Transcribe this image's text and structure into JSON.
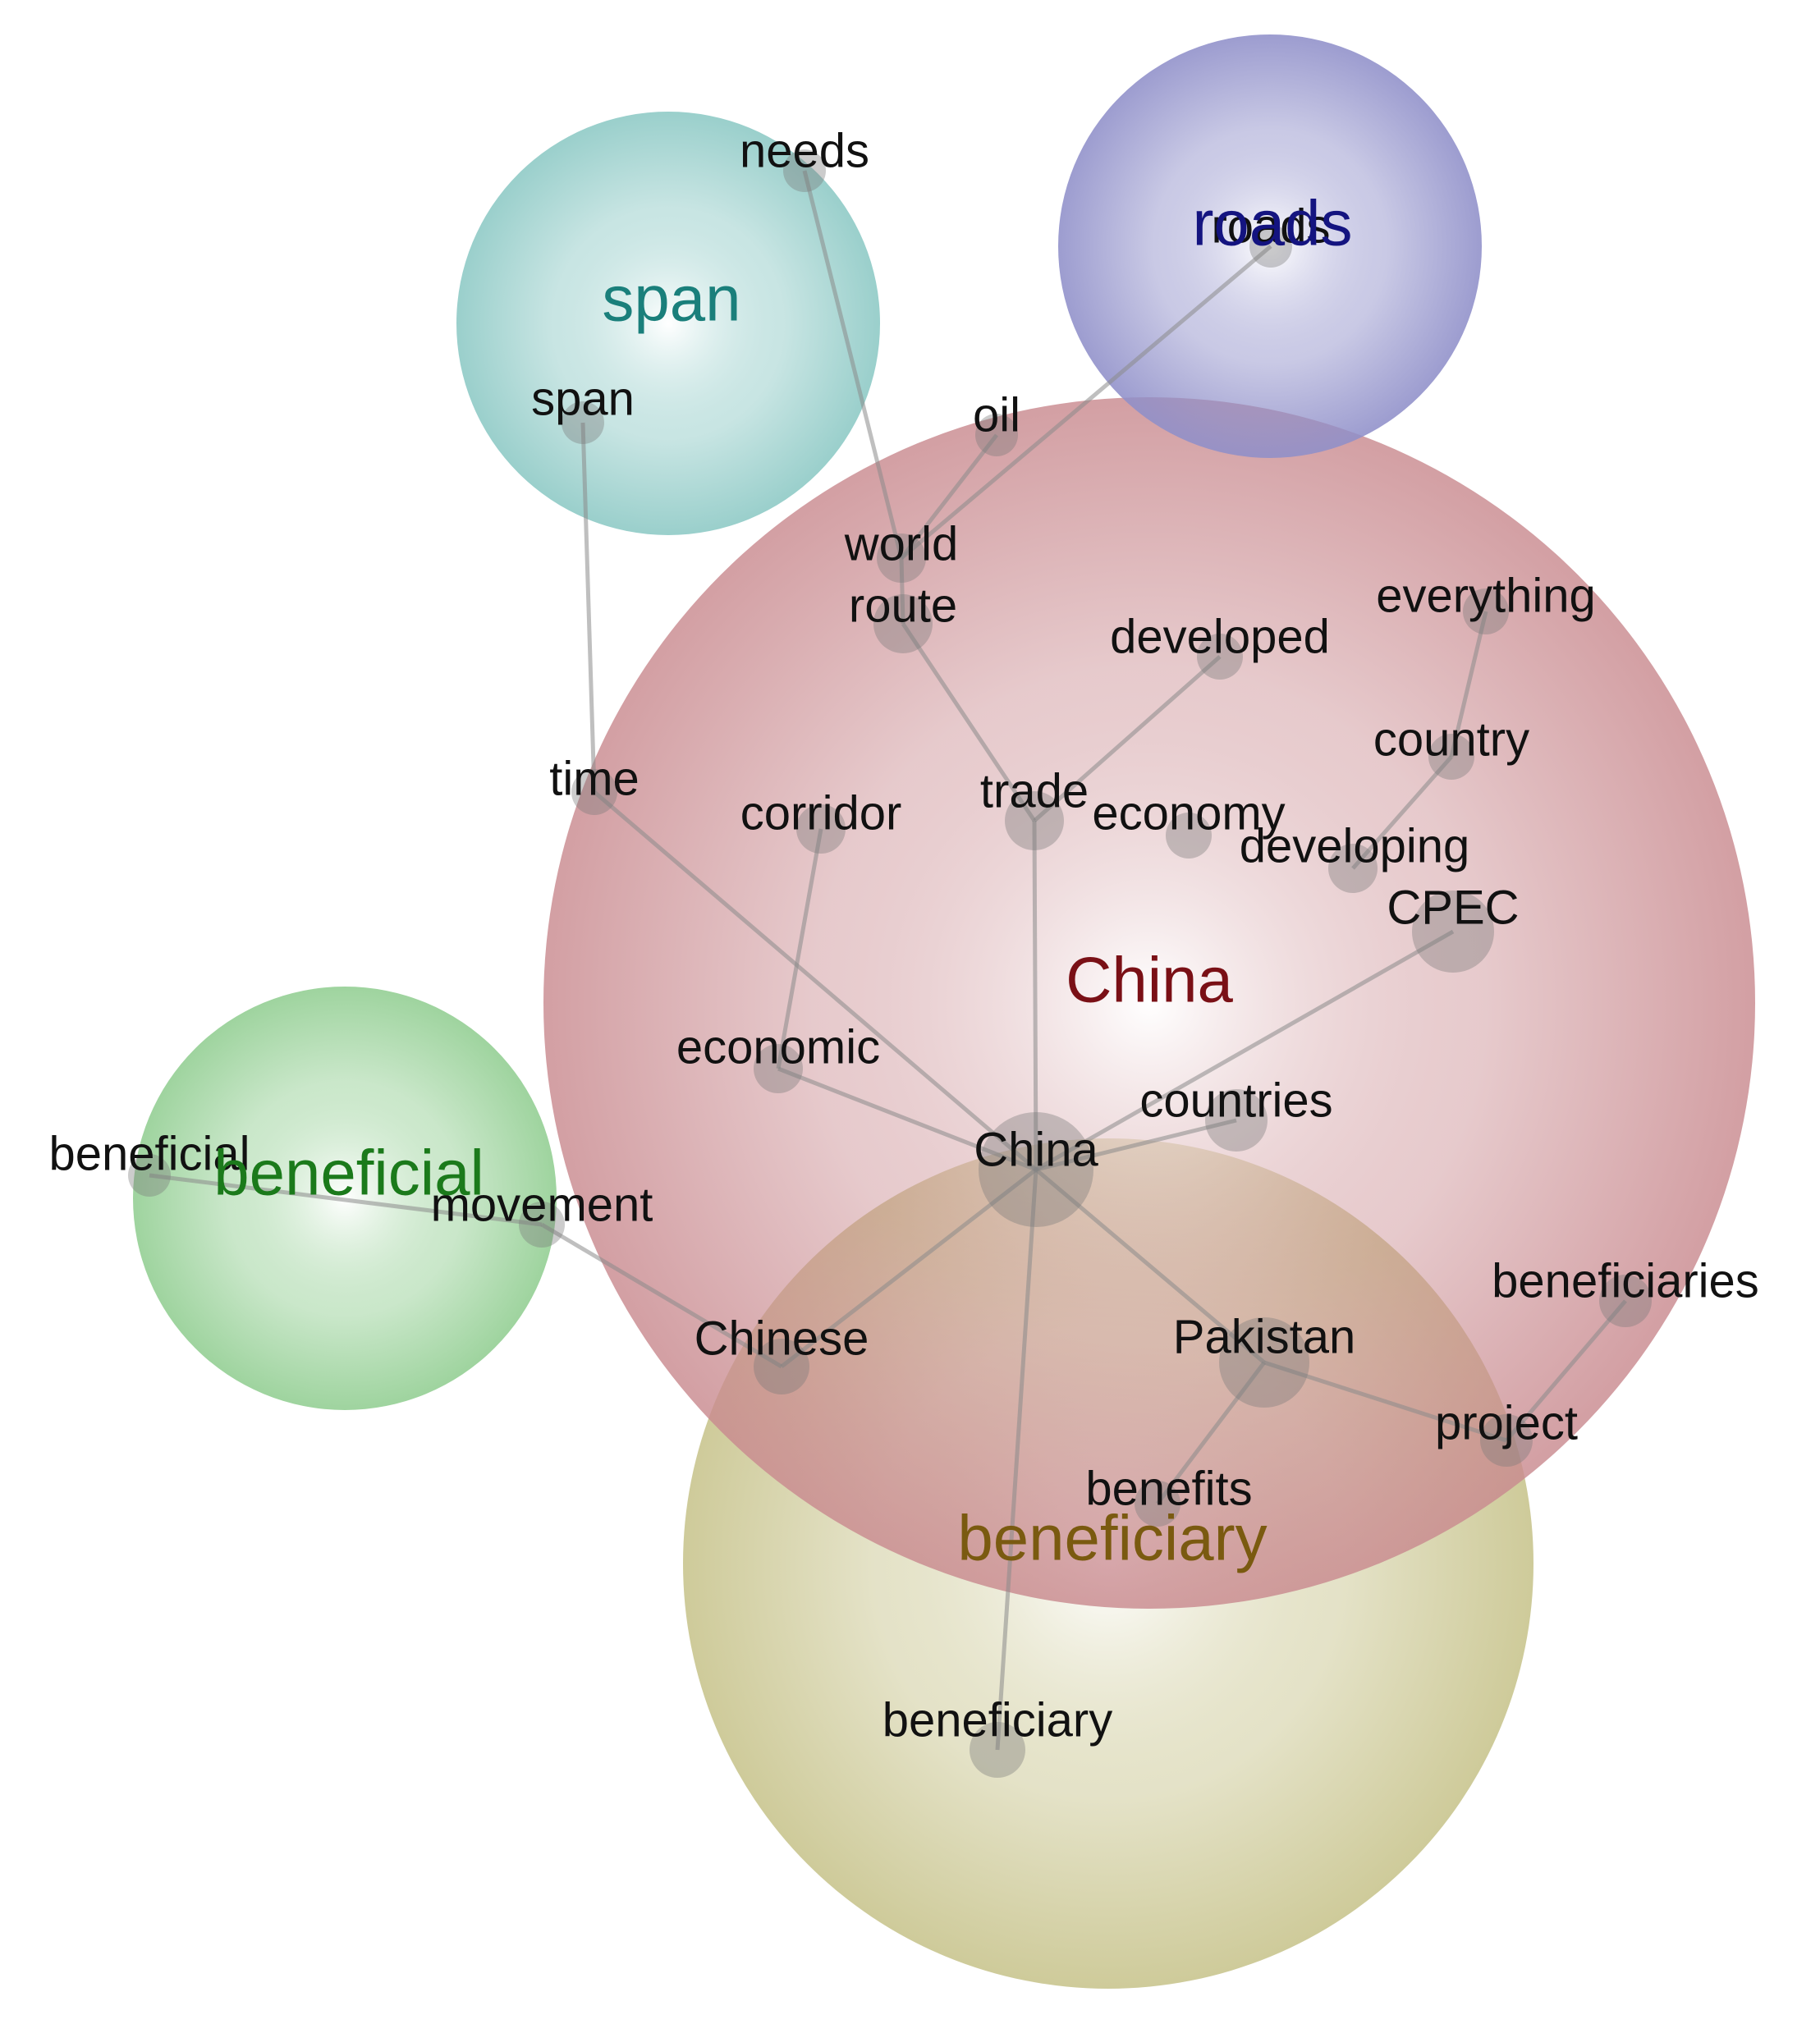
{
  "clusters": [
    {
      "id": "china",
      "label": "China",
      "color": "#c98a8f",
      "label_color": "#7a1016"
    },
    {
      "id": "beneficiary",
      "label": "beneficiary",
      "color": "#c9c58f",
      "label_color": "#7a5a10"
    },
    {
      "id": "span",
      "label": "span",
      "color": "#8fcac6",
      "label_color": "#1a7f7b"
    },
    {
      "id": "roads",
      "label": "roads",
      "color": "#8f8fc9",
      "label_color": "#141480"
    },
    {
      "id": "beneficial",
      "label": "beneficial",
      "color": "#94cf94",
      "label_color": "#1b7a1b"
    }
  ],
  "nodes": [
    {
      "id": "needs",
      "label": "needs"
    },
    {
      "id": "roads",
      "label": "roads"
    },
    {
      "id": "span",
      "label": "span"
    },
    {
      "id": "oil",
      "label": "oil"
    },
    {
      "id": "world",
      "label": "world"
    },
    {
      "id": "route",
      "label": "route"
    },
    {
      "id": "everything",
      "label": "everything"
    },
    {
      "id": "developed",
      "label": "developed"
    },
    {
      "id": "country",
      "label": "country"
    },
    {
      "id": "time",
      "label": "time"
    },
    {
      "id": "corridor",
      "label": "corridor"
    },
    {
      "id": "trade",
      "label": "trade"
    },
    {
      "id": "economy",
      "label": "economy"
    },
    {
      "id": "developing",
      "label": "developing"
    },
    {
      "id": "CPEC",
      "label": "CPEC"
    },
    {
      "id": "economic",
      "label": "economic"
    },
    {
      "id": "countries",
      "label": "countries"
    },
    {
      "id": "China",
      "label": "China"
    },
    {
      "id": "beneficial",
      "label": "beneficial"
    },
    {
      "id": "movement",
      "label": "movement"
    },
    {
      "id": "beneficiaries",
      "label": "beneficiaries"
    },
    {
      "id": "Chinese",
      "label": "Chinese"
    },
    {
      "id": "Pakistan",
      "label": "Pakistan"
    },
    {
      "id": "project",
      "label": "project"
    },
    {
      "id": "benefits",
      "label": "benefits"
    },
    {
      "id": "beneficiary",
      "label": "beneficiary"
    }
  ],
  "edges": [
    [
      "needs",
      "world"
    ],
    [
      "roads",
      "world"
    ],
    [
      "oil",
      "world"
    ],
    [
      "world",
      "route"
    ],
    [
      "route",
      "trade"
    ],
    [
      "developed",
      "trade"
    ],
    [
      "trade",
      "China"
    ],
    [
      "span",
      "time"
    ],
    [
      "time",
      "China"
    ],
    [
      "corridor",
      "economic"
    ],
    [
      "economic",
      "China"
    ],
    [
      "everything",
      "country"
    ],
    [
      "country",
      "developing"
    ],
    [
      "China",
      "CPEC"
    ],
    [
      "China",
      "countries"
    ],
    [
      "China",
      "Chinese"
    ],
    [
      "China",
      "Pakistan"
    ],
    [
      "China",
      "beneficiary"
    ],
    [
      "beneficial",
      "movement"
    ],
    [
      "movement",
      "Chinese"
    ],
    [
      "Pakistan",
      "project"
    ],
    [
      "Pakistan",
      "benefits"
    ],
    [
      "beneficiaries",
      "project"
    ]
  ]
}
